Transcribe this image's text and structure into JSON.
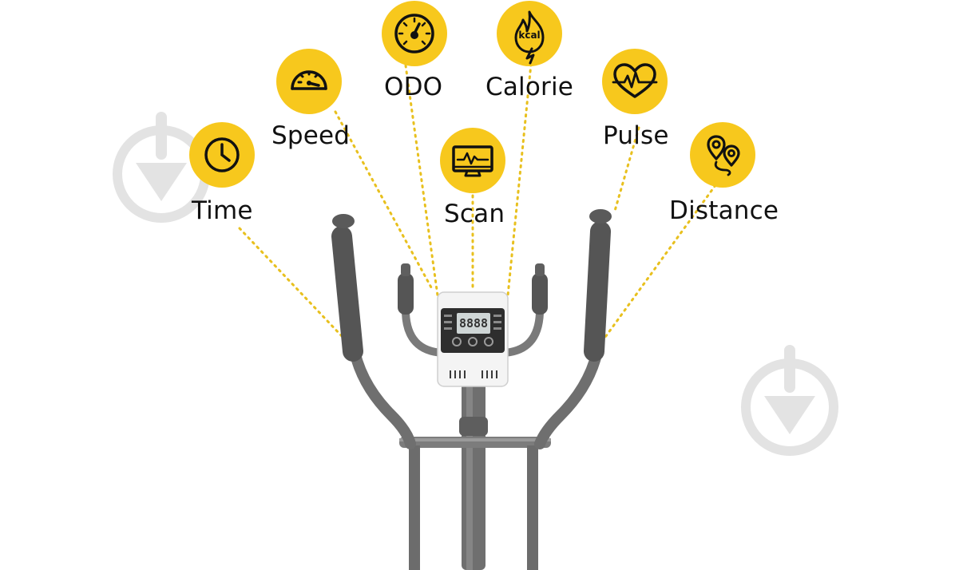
{
  "features": [
    {
      "id": "time",
      "label": "Time",
      "icon": "clock-icon"
    },
    {
      "id": "speed",
      "label": "Speed",
      "icon": "speedometer-icon"
    },
    {
      "id": "odo",
      "label": "ODO",
      "icon": "odometer-icon"
    },
    {
      "id": "calorie",
      "label": "Calorie",
      "icon": "flame-kcal-icon",
      "icon_text": "kcal"
    },
    {
      "id": "scan",
      "label": "Scan",
      "icon": "monitor-pulse-icon"
    },
    {
      "id": "pulse",
      "label": "Pulse",
      "icon": "heart-pulse-icon"
    },
    {
      "id": "distance",
      "label": "Distance",
      "icon": "map-pins-icon"
    }
  ],
  "console": {
    "display_reading": "8888"
  },
  "colors": {
    "accent": "#f7c81d",
    "frame": "#6b6b6b",
    "leader": "#e8c01e",
    "text": "#111111",
    "watermark": "#e3e3e3"
  }
}
